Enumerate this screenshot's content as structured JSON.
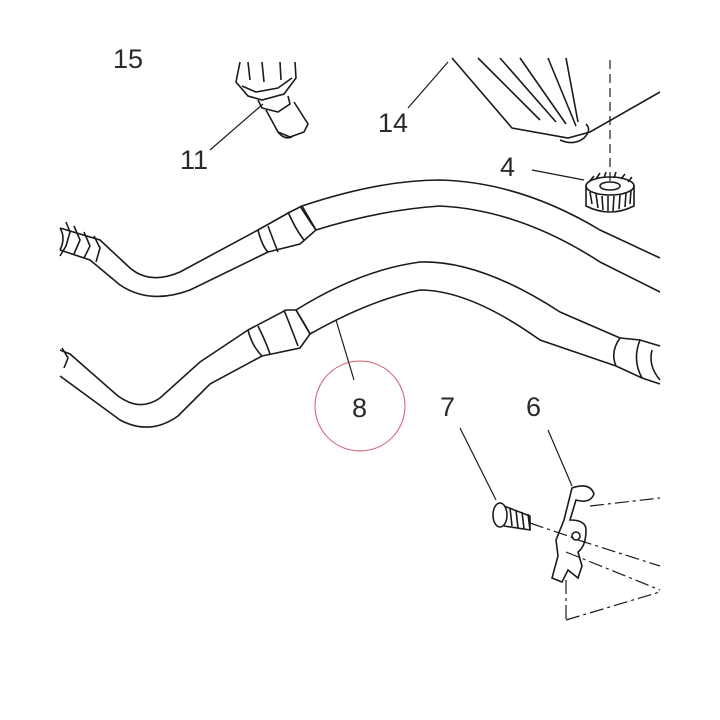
{
  "diagram": {
    "labels": {
      "part_15": "15",
      "part_11": "11",
      "part_14": "14",
      "part_4": "4",
      "part_8": "8",
      "part_7": "7",
      "part_6": "6"
    },
    "highlight": {
      "part": "8",
      "ring_color": "#c8324a"
    },
    "line_color": "#1b1b1b"
  }
}
